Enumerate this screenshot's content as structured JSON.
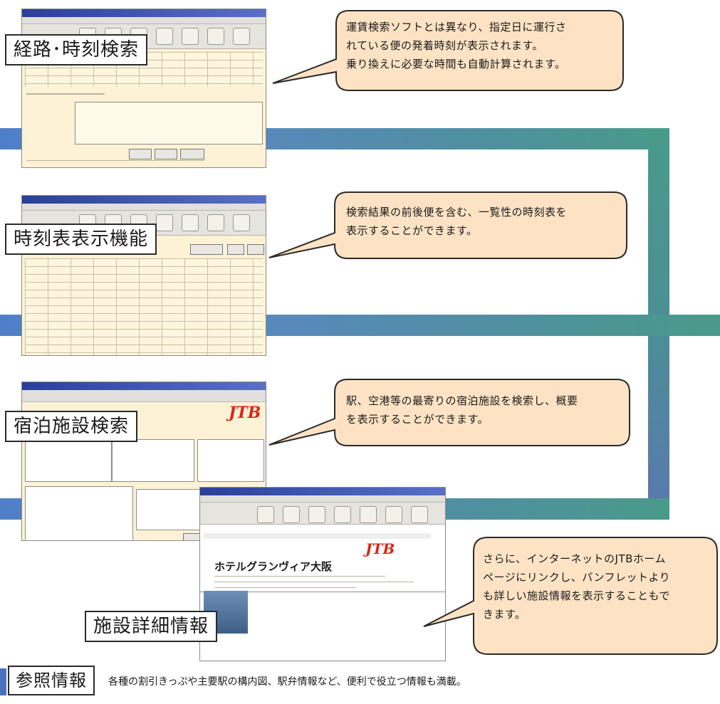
{
  "labels": {
    "route": "経路･時刻検索",
    "timetable": "時刻表表示機能",
    "lodging": "宿泊施設検索",
    "detail": "施設詳細情報"
  },
  "callouts": {
    "route": [
      "運賃検索ソフトとは異なり、指定日に運行さ",
      "れている便の発着時刻が表示されます。",
      "乗り換えに必要な時間も自動計算されます。"
    ],
    "timetable": [
      "検索結果の前後便を含む、一覧性の時刻表を",
      "表示することができます。"
    ],
    "lodging": [
      "駅、空港等の最寄りの宿泊施設を検索し、概要",
      "を表示することができます。"
    ],
    "detail": [
      "さらに、インターネットのJTBホーム",
      "ページにリンクし、パンフレットより",
      "も詳しい施設情報を表示することもで",
      "きます。"
    ]
  },
  "screens": {
    "brand": "JTB",
    "hotel_name": "ホテルグランヴィア大阪"
  },
  "footer": {
    "label": "参照情報",
    "text": "各種の割引きっぷや主要駅の構内図、駅弁情報など、便利で役立つ情報も満載。"
  },
  "colors": {
    "band_blue": "#4f7fc8",
    "band_teal": "#4a9a8a",
    "callout_fill": "#fde3c4",
    "callout_border": "#2a2a2a",
    "screen_bg": "#fdf2d5",
    "jtb_red": "#d8261c"
  }
}
